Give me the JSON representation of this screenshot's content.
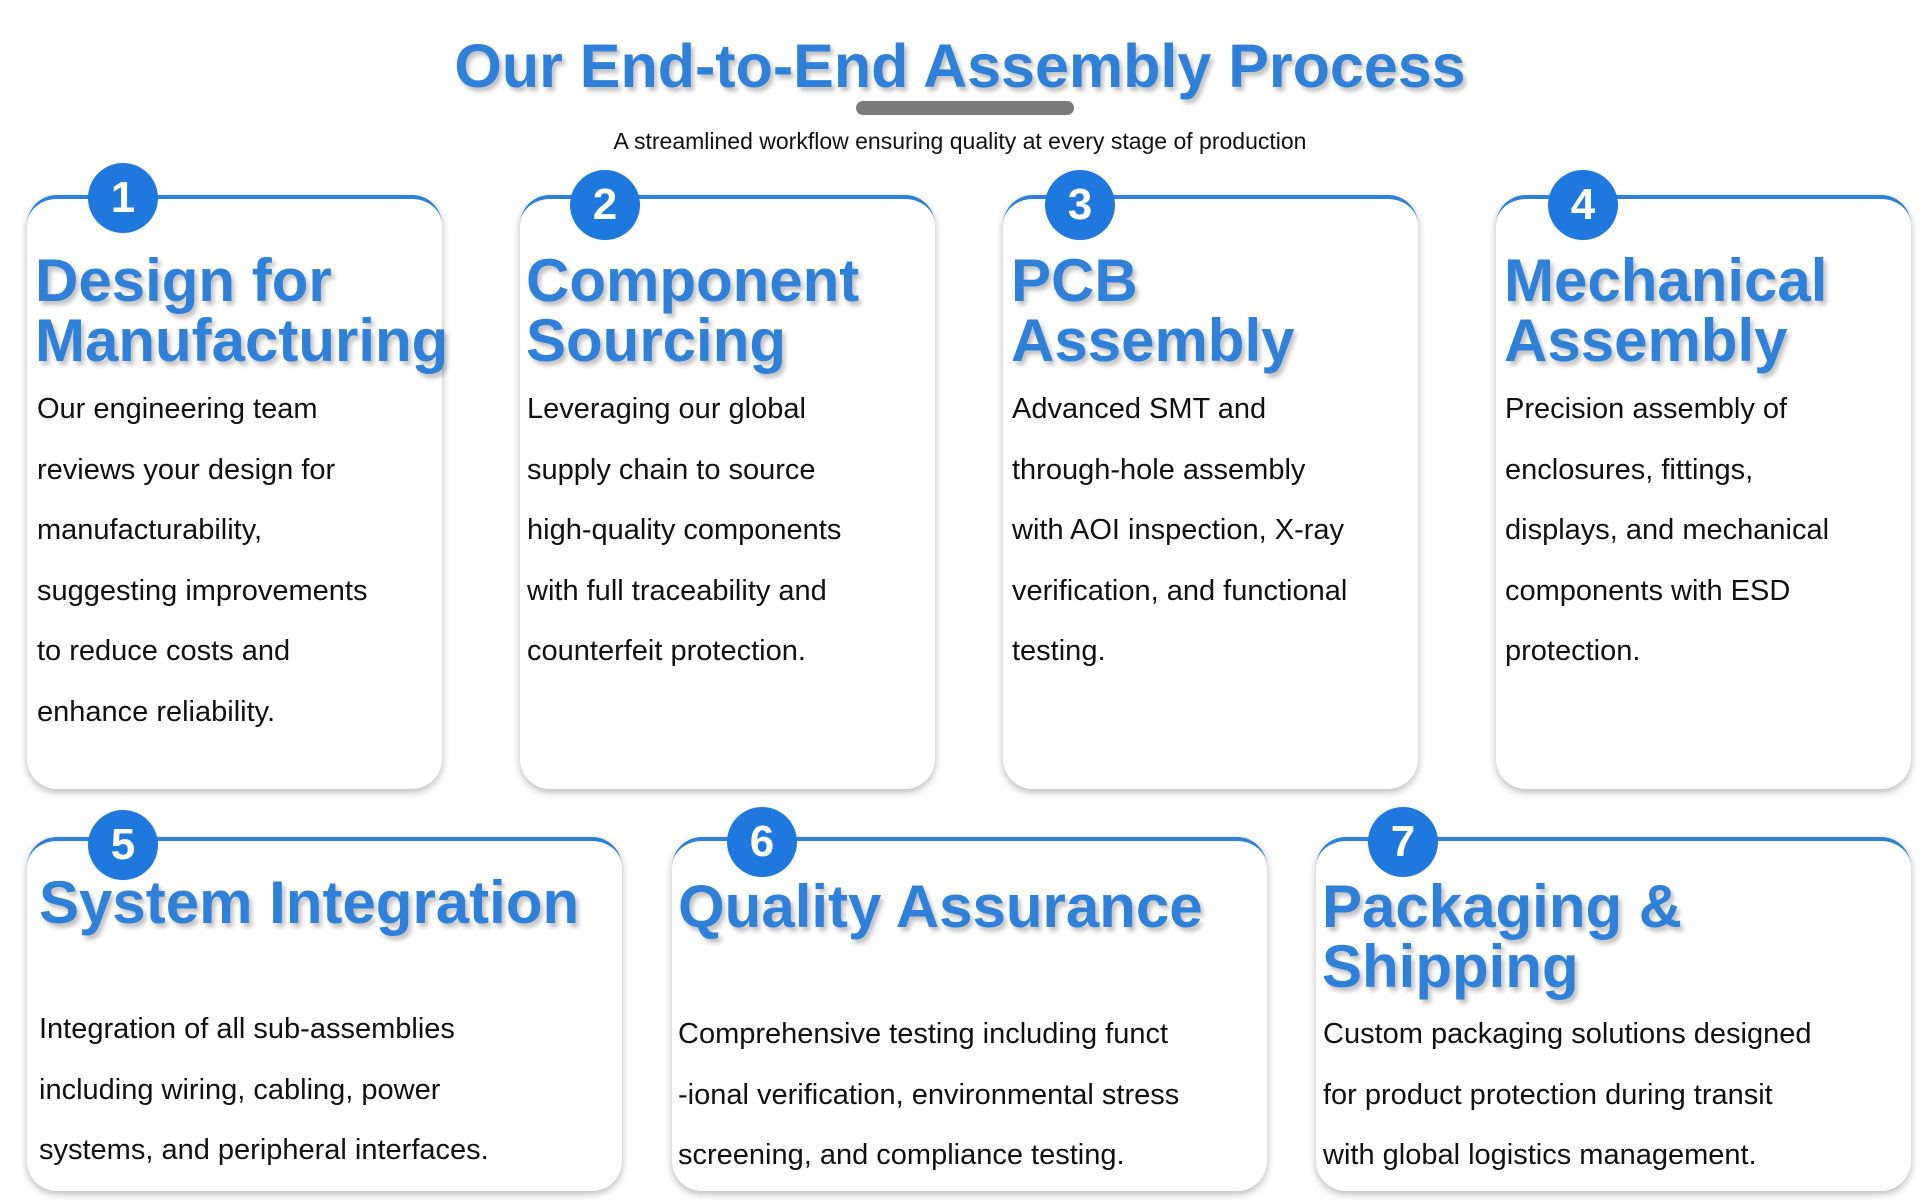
{
  "header": {
    "title": "Our End-to-End Assembly Process",
    "subtitle": "A streamlined workflow ensuring quality at every stage of production"
  },
  "colors": {
    "accent": "#2f80d8",
    "badge": "#1f78dd",
    "underline": "#7b7b7b"
  },
  "steps": [
    {
      "number": "1",
      "title": "Design for\nManufacturing",
      "description": "Our engineering team\nreviews your design for\nmanufacturability,\nsuggesting improvements\nto reduce costs and\nenhance reliability."
    },
    {
      "number": "2",
      "title": "Component\nSourcing",
      "description": "Leveraging our global\nsupply chain to source\nhigh-quality components\nwith full traceability and\ncounterfeit protection."
    },
    {
      "number": "3",
      "title": "PCB\nAssembly",
      "description": "Advanced SMT and\nthrough-hole assembly\nwith AOI inspection, X-ray\nverification, and functional\ntesting."
    },
    {
      "number": "4",
      "title": "Mechanical\nAssembly",
      "description": "Precision assembly of\nenclosures, fittings,\ndisplays, and mechanical\ncomponents with ESD\nprotection."
    },
    {
      "number": "5",
      "title": "System Integration",
      "description": "Integration of all sub-assemblies\nincluding wiring, cabling, power\nsystems, and peripheral interfaces."
    },
    {
      "number": "6",
      "title": "Quality Assurance",
      "description": "Comprehensive testing including funct\n-ional verification, environmental stress\nscreening, and compliance testing."
    },
    {
      "number": "7",
      "title": "Packaging &\nShipping",
      "description": "Custom packaging solutions designed\nfor product protection during transit\nwith global logistics management."
    }
  ]
}
